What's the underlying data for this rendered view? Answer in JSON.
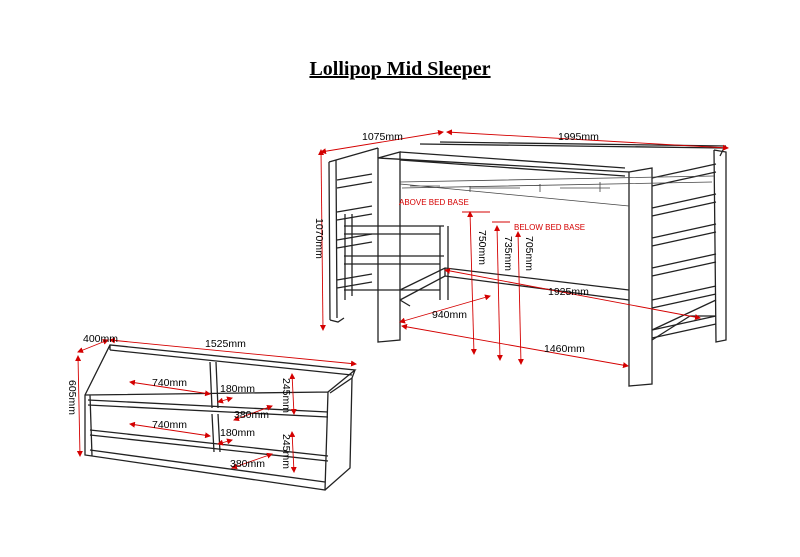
{
  "title": "Lollipop Mid Sleeper",
  "colors": {
    "dimension": "#d40000",
    "outline": "#222222"
  },
  "bed": {
    "width": "1075mm",
    "length": "1995mm",
    "height": "1070mm",
    "inner_length": "1925mm",
    "under_width": "940mm",
    "under_length": "1460mm",
    "above_bed_base": "ABOVE BED BASE",
    "below_bed_base": "BELOW BED BASE",
    "clear_750": "750mm",
    "clear_735": "735mm",
    "clear_705": "705mm"
  },
  "desk": {
    "depth": "400mm",
    "width": "1525mm",
    "height": "605mm",
    "shelf1_width": "740mm",
    "shelf1_divider": "180mm",
    "shelf1_depth": "380mm",
    "shelf1_height": "245mm",
    "shelf2_width": "740mm",
    "shelf2_divider": "180mm",
    "shelf2_depth": "380mm",
    "shelf2_height": "245mm"
  }
}
